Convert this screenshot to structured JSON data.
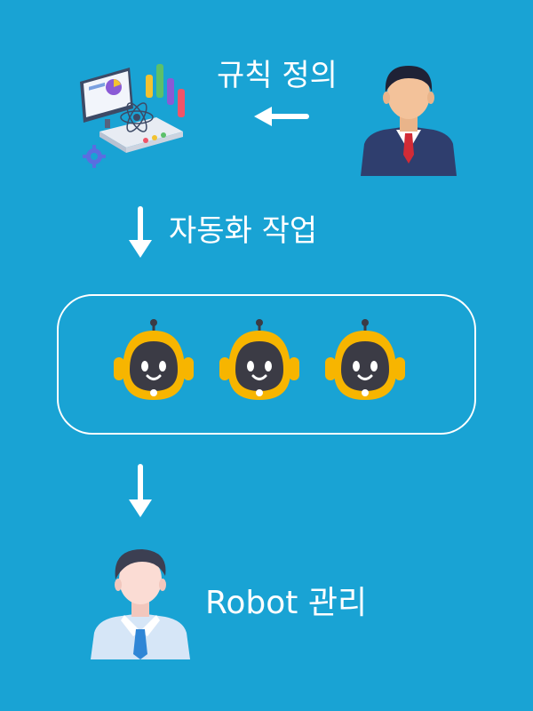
{
  "labels": {
    "define_rules": "규칙 정의",
    "automation": "자동화 작업",
    "robot_management": "Robot 관리"
  },
  "icons": {
    "dashboard": "analytics-dashboard-icon",
    "boss": "businessman-icon",
    "worker": "employee-icon",
    "robot": "robot-icon",
    "arrow_left": "arrow-left-icon",
    "arrow_down": "arrow-down-icon"
  },
  "colors": {
    "background": "#19a3d4",
    "text": "#ffffff",
    "robot_body": "#f7b500",
    "robot_face": "#3b3b45"
  },
  "robots": [
    {
      "name": "robot-1"
    },
    {
      "name": "robot-2"
    },
    {
      "name": "robot-3"
    }
  ]
}
